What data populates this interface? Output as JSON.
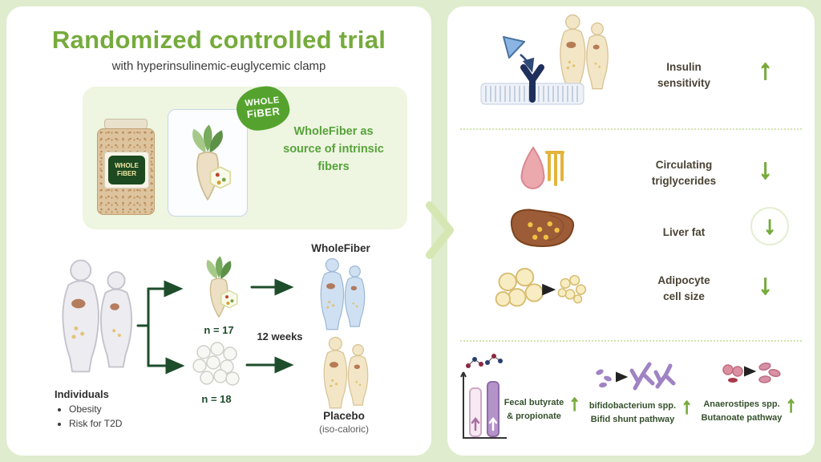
{
  "colors": {
    "background": "#dfeccd",
    "accent_green": "#76ab3c",
    "dark_green": "#1e4d2b",
    "logo_green": "#55a32e"
  },
  "left_panel": {
    "title": "Randomized controlled trial",
    "subtitle": "with hyperinsulinemic-euglycemic clamp",
    "product": {
      "brand_line1": "WHOLE",
      "brand_line2": "FiBER",
      "caption": "WholeFiber as source of intrinsic fibers"
    },
    "flow": {
      "individuals_title": "Individuals",
      "individuals_bullets": [
        "Obesity",
        "Risk for T2D"
      ],
      "duration": "12 weeks",
      "arms": [
        {
          "n": "n = 17",
          "label": "WholeFiber",
          "sublabel": ""
        },
        {
          "n": "n = 18",
          "label": "Placebo",
          "sublabel": "(iso-caloric)"
        }
      ]
    }
  },
  "right_panel": {
    "outcomes": [
      {
        "line1": "Insulin",
        "line2": "sensitivity",
        "arrow": "↑",
        "direction": "up"
      },
      {
        "line1": "Circulating",
        "line2": "triglycerides",
        "arrow": "↓",
        "direction": "down"
      },
      {
        "line1": "Liver fat",
        "line2": "",
        "arrow": "↓",
        "direction": "down"
      },
      {
        "line1": "Adipocyte",
        "line2": "cell size",
        "arrow": "↓",
        "direction": "down"
      }
    ],
    "microbiome": [
      {
        "line1": "Fecal butyrate",
        "line2": "& propionate",
        "arrow": "↑",
        "direction": "up"
      },
      {
        "line1": "bifidobacterium spp.",
        "line2": "Bifid shunt pathway",
        "arrow": "↑",
        "direction": "up"
      },
      {
        "line1": "Anaerostipes spp.",
        "line2": "Butanoate pathway",
        "arrow": "↑",
        "direction": "up"
      }
    ]
  }
}
